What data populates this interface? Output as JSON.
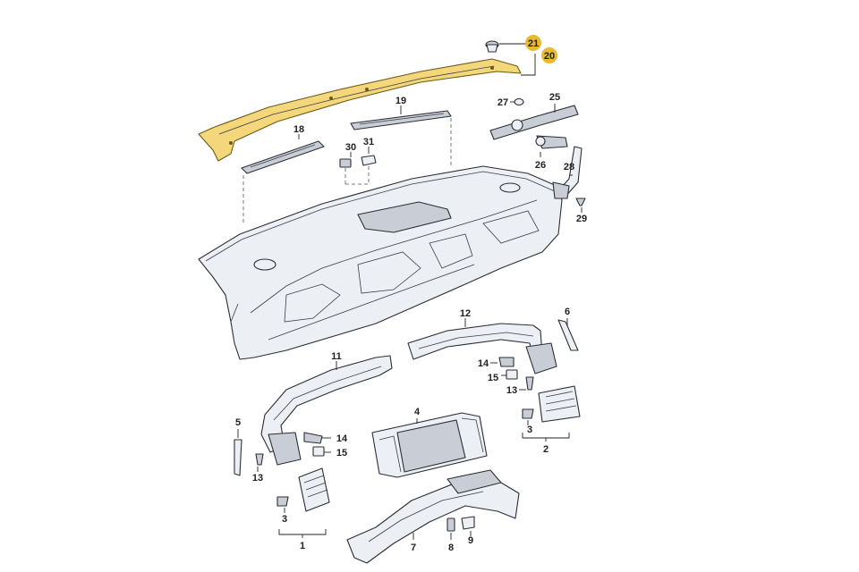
{
  "labels": {
    "p1": "1",
    "p2": "2",
    "p3a": "3",
    "p3b": "3",
    "p4": "4",
    "p5": "5",
    "p6": "6",
    "p7": "7",
    "p8": "8",
    "p9": "9",
    "p11": "11",
    "p12": "12",
    "p13a": "13",
    "p13b": "13",
    "p14a": "14",
    "p14b": "14",
    "p15a": "15",
    "p15b": "15",
    "p18": "18",
    "p19": "19",
    "p20": "20",
    "p21": "21",
    "p25": "25",
    "p26": "26",
    "p27": "27",
    "p28": "28",
    "p29": "29",
    "p30": "30",
    "p31": "31"
  },
  "highlight_color": "#f3d77a",
  "badge_color": "#e8b931",
  "line_color": "#2b2f36"
}
